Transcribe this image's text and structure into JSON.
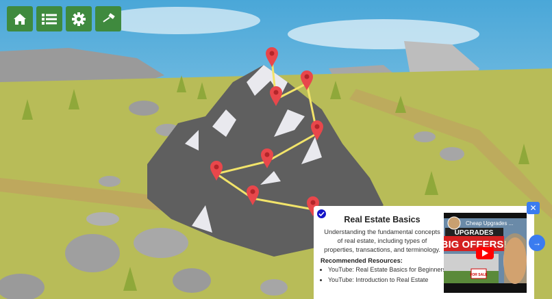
{
  "toolbar": {
    "buttons": [
      {
        "icon": "home-icon"
      },
      {
        "icon": "list-icon"
      },
      {
        "icon": "gear-icon"
      },
      {
        "icon": "hammer-icon"
      }
    ],
    "color": "#3f8a3e"
  },
  "scene": {
    "waypoint_count": 8,
    "pin_color": "#e8474b",
    "path_color": "#f2e46a"
  },
  "card": {
    "title": "Real Estate Basics",
    "description": "Understanding the fundamental concepts of real estate, including types of properties, transactions, and terminology.",
    "resources_heading": "Recommended Resources:",
    "resources": [
      "YouTube: Real Estate Basics for Beginners",
      "YouTube: Introduction to Real Estate"
    ],
    "video": {
      "channel": "Cheap Upgrades ...",
      "thumb_text_top": "UPGRADES",
      "thumb_text_main": "BIG OFFERS!",
      "sign_text": "FOR SALE"
    },
    "close_label": "✕",
    "next_label": "→",
    "accent": "#3a7cf0"
  }
}
